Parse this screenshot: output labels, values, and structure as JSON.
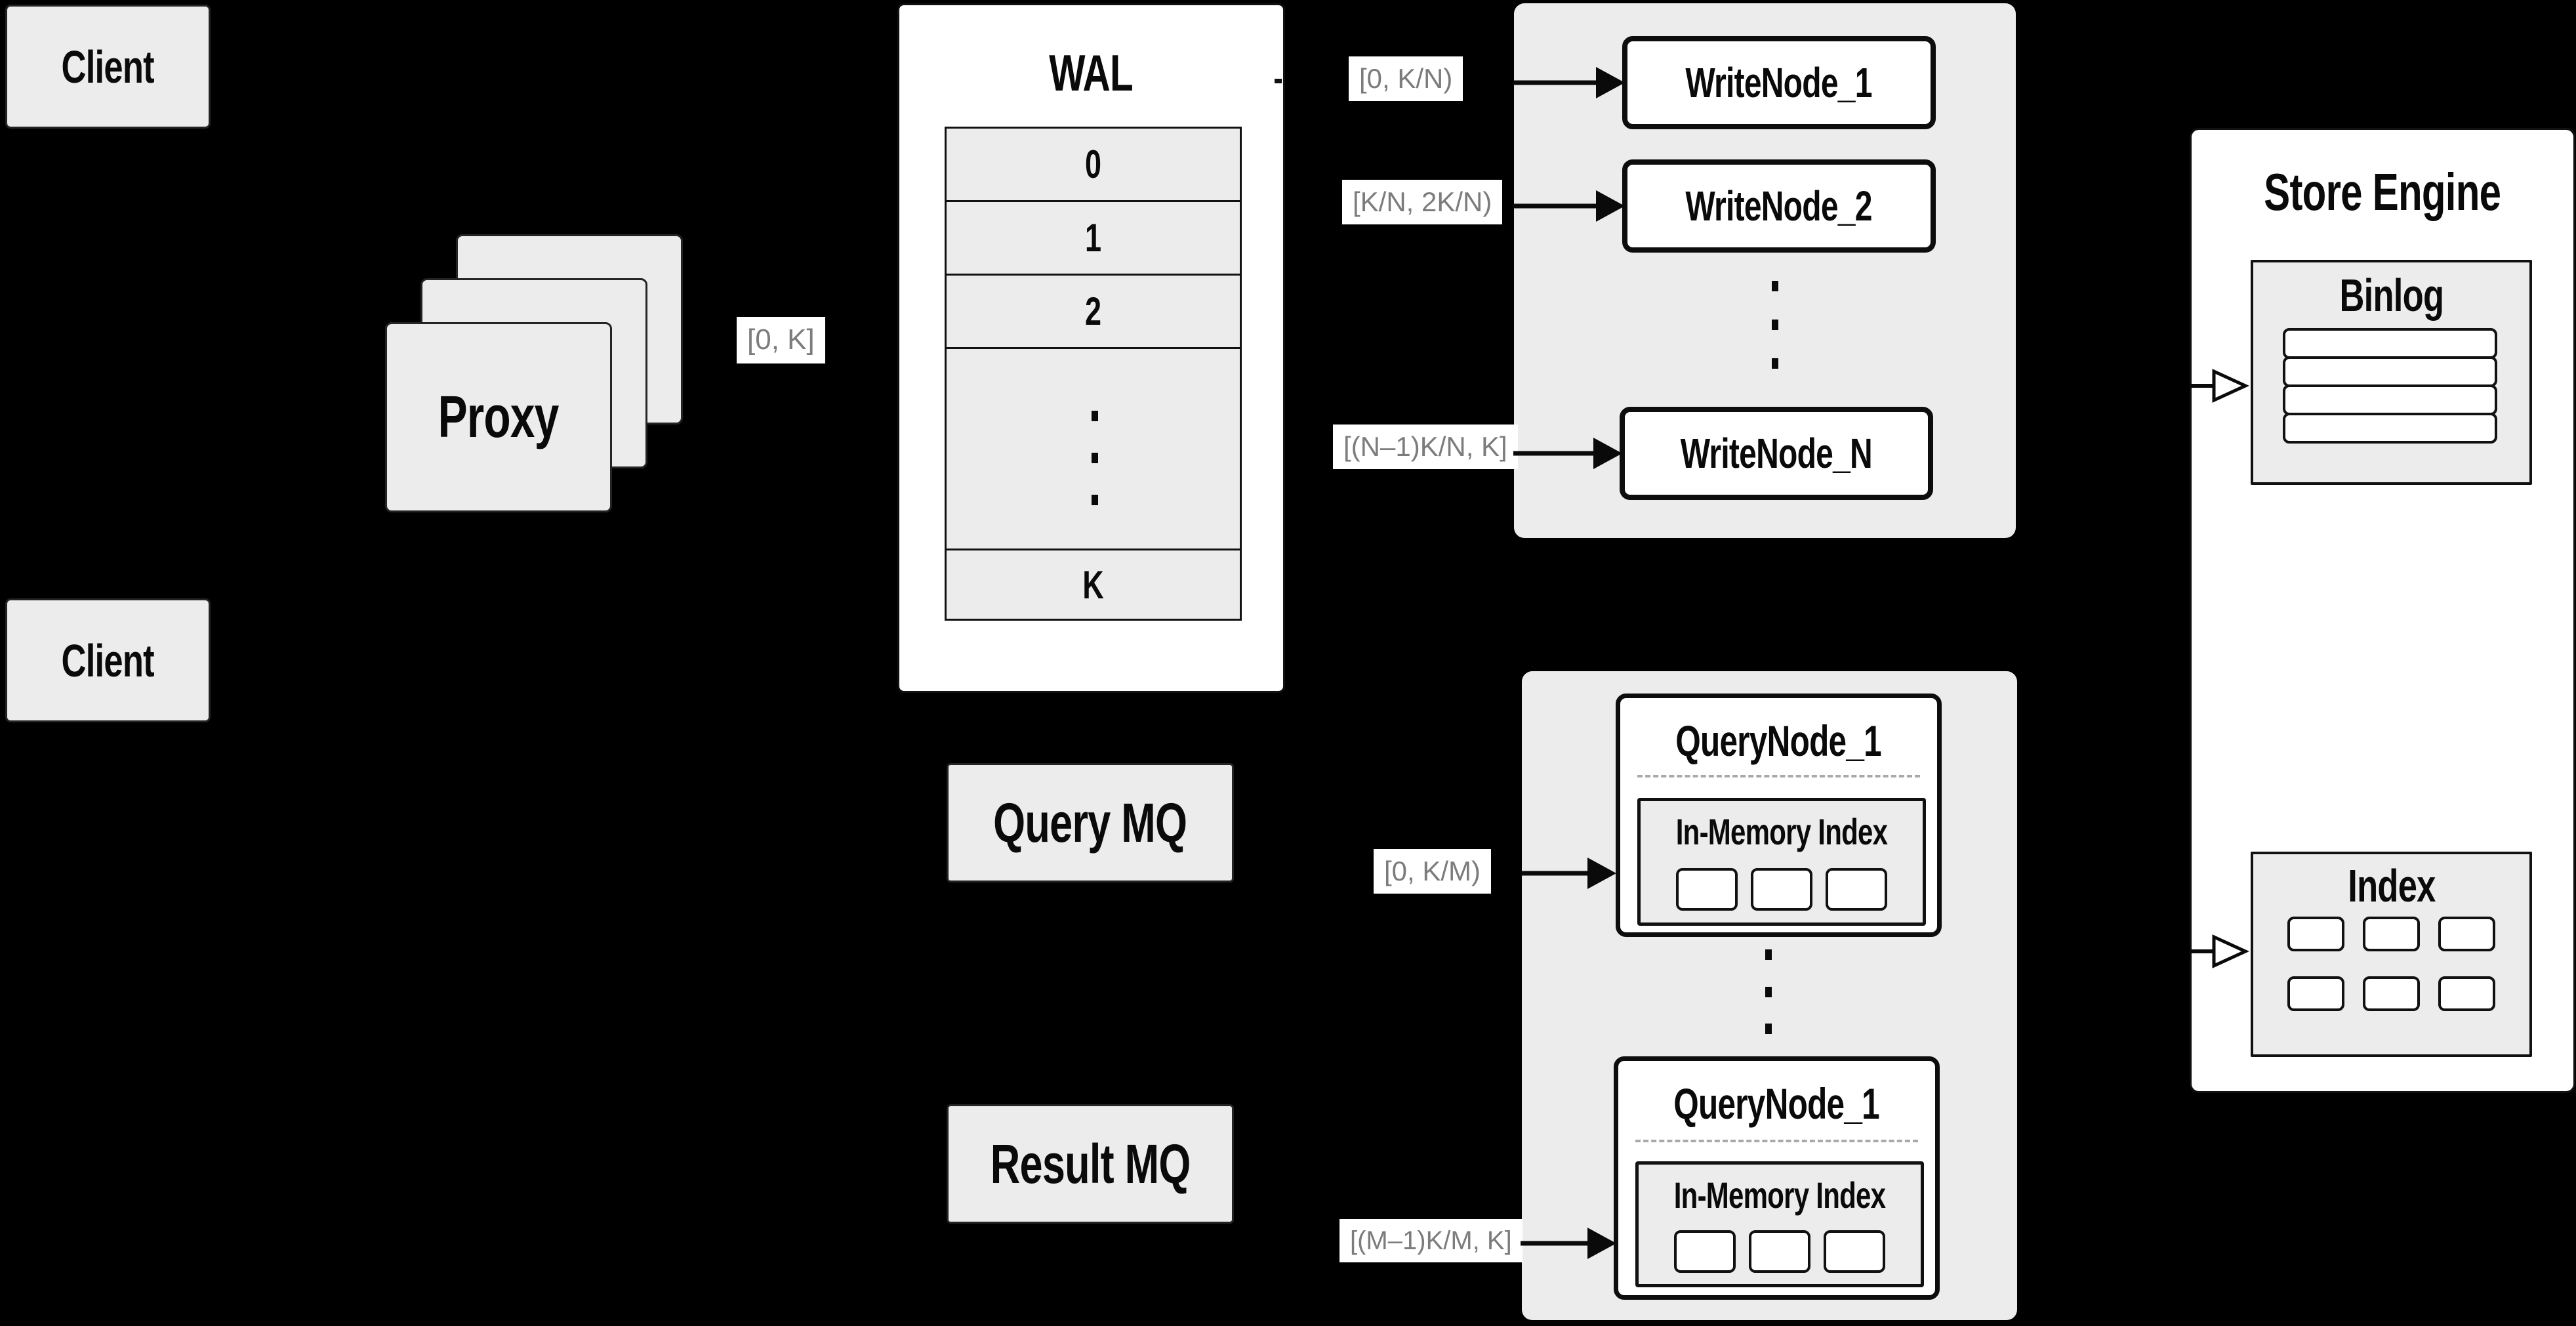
{
  "colors": {
    "background": "#000000",
    "surface_gray": "#ececec",
    "surface_white": "#ffffff",
    "border": "#111111",
    "range_label_text": "#7c7c7c",
    "dashed_divider": "#a9a9a9"
  },
  "clients": {
    "top": {
      "label": "Client"
    },
    "bottom": {
      "label": "Client"
    }
  },
  "proxy": {
    "label": "Proxy"
  },
  "flow_labels": {
    "proxy_to_wal": "[0, K]"
  },
  "wal": {
    "title": "WAL",
    "segments": [
      "0",
      "1",
      "2"
    ],
    "last_segment": "K"
  },
  "write_group": {
    "range_labels": [
      "[0, K/N)",
      "[K/N, 2K/N)",
      "[(N–1)K/N, K]"
    ],
    "nodes": [
      "WriteNode_1",
      "WriteNode_2",
      "WriteNode_N"
    ]
  },
  "message_queues": {
    "query": "Query MQ",
    "result": "Result MQ"
  },
  "query_group": {
    "range_labels": [
      "[0, K/M)",
      "[(M–1)K/M, K]"
    ],
    "nodes": [
      {
        "title": "QueryNode_1",
        "index_title": "In-Memory Index"
      },
      {
        "title": "QueryNode_1",
        "index_title": "In-Memory Index"
      }
    ]
  },
  "store_engine": {
    "title": "Store Engine",
    "binlog_title": "Binlog",
    "index_title": "Index"
  }
}
